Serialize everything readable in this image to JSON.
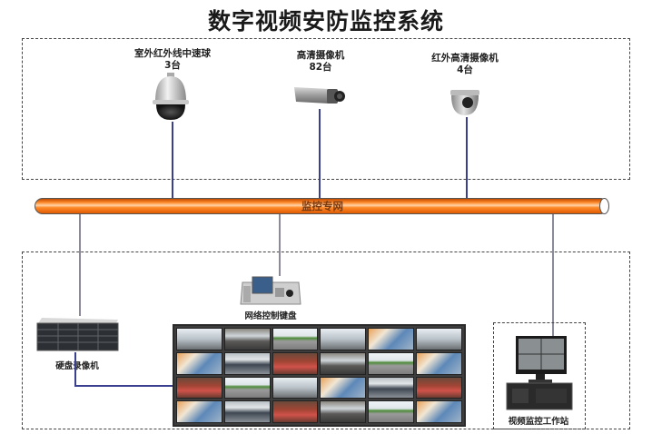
{
  "title": "数字视频安防监控系统",
  "cameras": [
    {
      "name": "室外红外线中速球",
      "count": "3台",
      "icon": "speed-dome-camera-icon"
    },
    {
      "name": "高清摄像机",
      "count": "82台",
      "icon": "box-camera-icon"
    },
    {
      "name": "红外高清摄像机",
      "count": "4台",
      "icon": "dome-camera-icon"
    }
  ],
  "network": {
    "label": "监控专网",
    "color": "#ff8a2a"
  },
  "devices": {
    "keyboard": {
      "label": "网络控制键盘",
      "icon": "control-keyboard-icon"
    },
    "recorder": {
      "label": "硬盘录像机",
      "icon": "dvr-server-icon"
    },
    "workstation": {
      "label": "视频监控工作站",
      "icon": "workstation-icon"
    },
    "video_wall": {
      "rows": 4,
      "cols": 6,
      "icon": "video-wall-icon"
    }
  },
  "colors": {
    "link_line": "#3a3f8f",
    "zone_border": "#444444"
  }
}
